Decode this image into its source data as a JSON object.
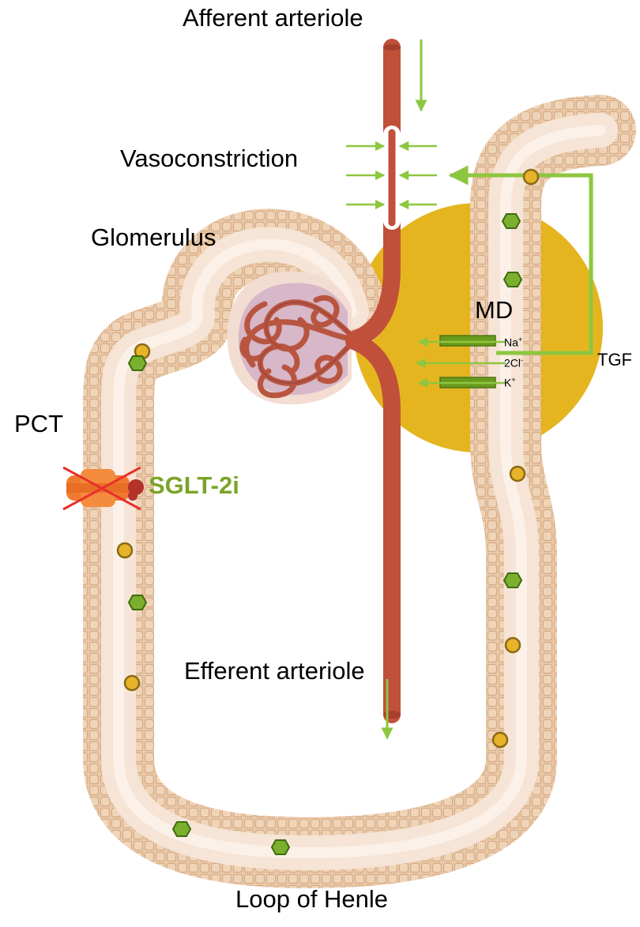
{
  "labels": {
    "afferent": "Afferent arteriole",
    "vasoconstriction": "Vasoconstriction",
    "glomerulus": "Glomerulus",
    "md": "MD",
    "tgf": "TGF",
    "pct": "PCT",
    "sglt": "SGLT-2i",
    "efferent": "Efferent arteriole",
    "loop": "Loop of Henle"
  },
  "ions": {
    "na": "Na",
    "na_sup": "+",
    "cl": "2Cl",
    "cl_sup": "-",
    "k": "K",
    "k_sup": "+"
  },
  "colors": {
    "arrow_green": "#8dc63f",
    "sglt_text": "#7ba428",
    "vessel": "#c0503a",
    "tubule_outer": "#e8c6a6",
    "tubule_lumen": "#f6e4d6",
    "macula_densa": "#e5b520",
    "yellow_particle": "#e6b32a",
    "green_particle": "#6a9a1c",
    "transporter": "#f07a30",
    "cross": "#e8302a"
  },
  "icons": {
    "inhibited_transporter": "crossed-out-sglt2-transporter-icon",
    "yellow_particle": "yellow-circle-particle-icon",
    "green_particle": "green-hexagon-particle-icon"
  }
}
